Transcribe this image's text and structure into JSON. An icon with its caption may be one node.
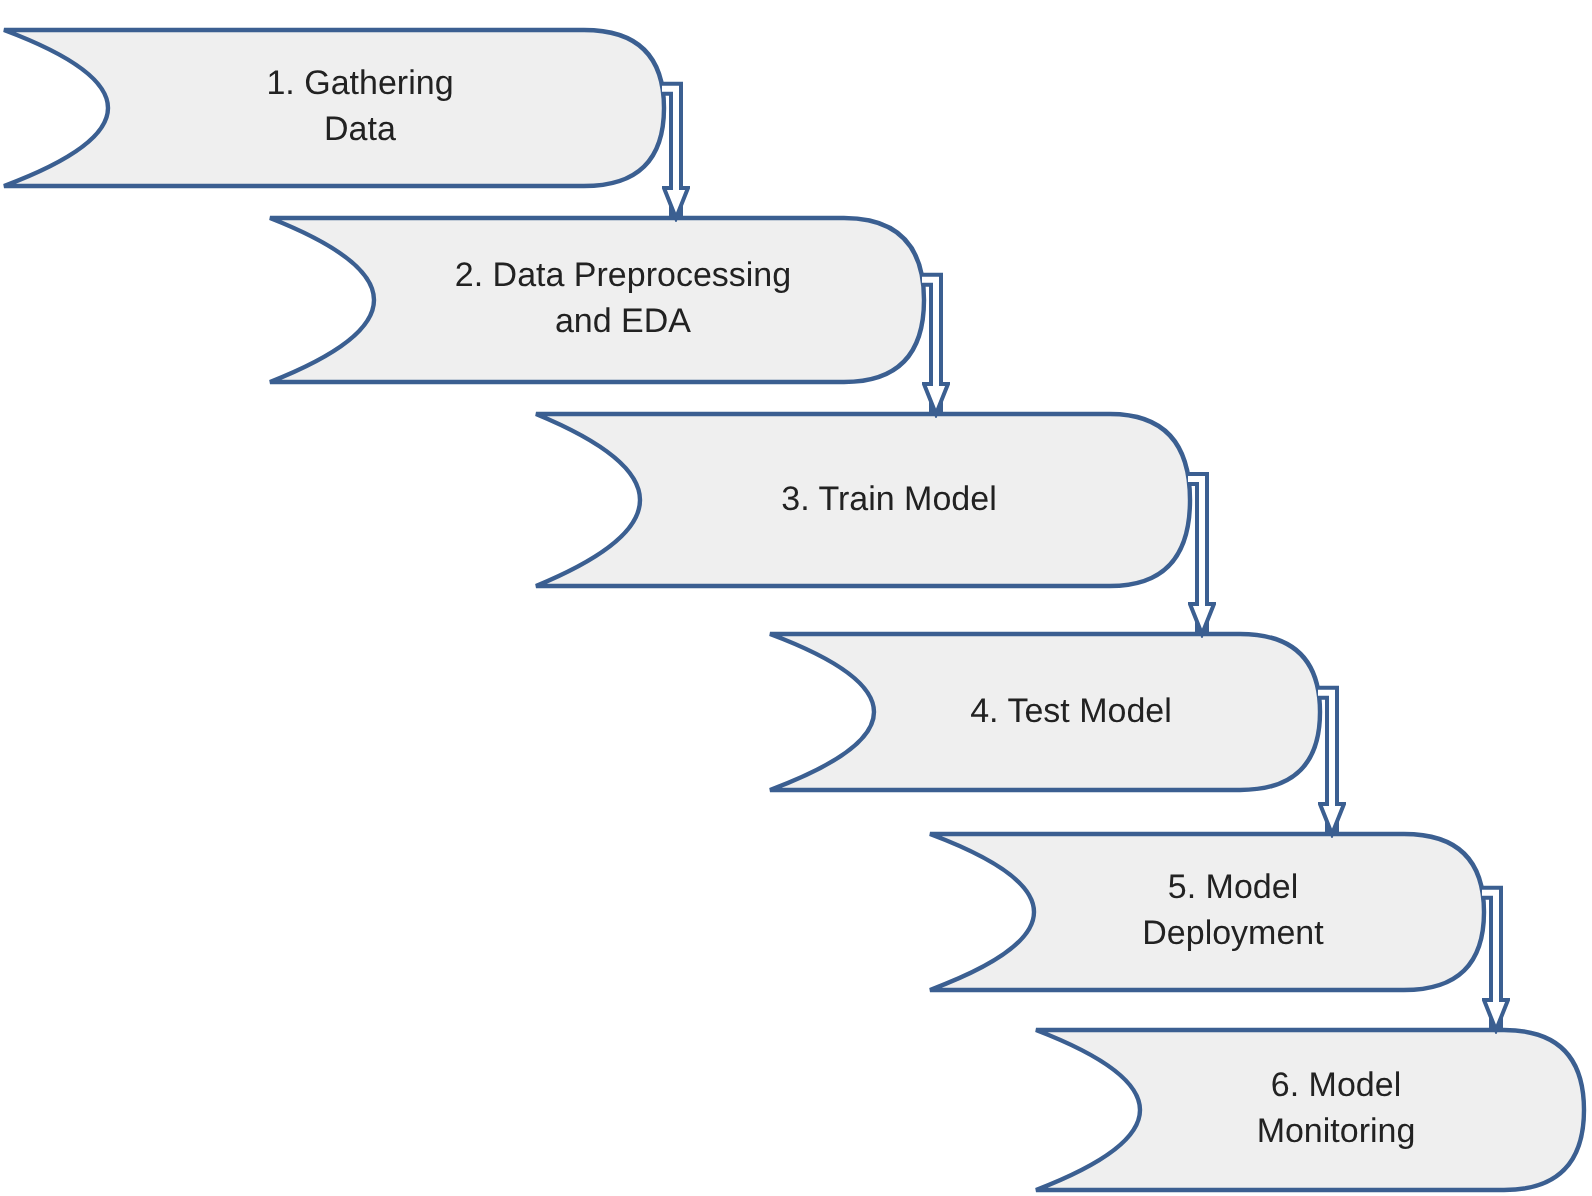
{
  "diagram": {
    "nodes": [
      {
        "text": [
          "1. Gathering Data"
        ]
      },
      {
        "text": [
          "2. Data Preprocessing and EDA"
        ]
      },
      {
        "text": [
          "3. Train Model"
        ]
      },
      {
        "text": [
          "4. Test Model"
        ]
      },
      {
        "text": [
          "5. Model Deployment"
        ]
      },
      {
        "text": [
          "6. Model Monitoring"
        ]
      }
    ],
    "edges": [
      {
        "from": 0,
        "to": 1,
        "arrow": "to"
      },
      {
        "from": 1,
        "to": 2,
        "arrow": "to"
      },
      {
        "from": 2,
        "to": 3,
        "arrow": "to"
      },
      {
        "from": 3,
        "to": 4,
        "arrow": "to"
      },
      {
        "from": 4,
        "to": 5,
        "arrow": "to"
      }
    ]
  }
}
